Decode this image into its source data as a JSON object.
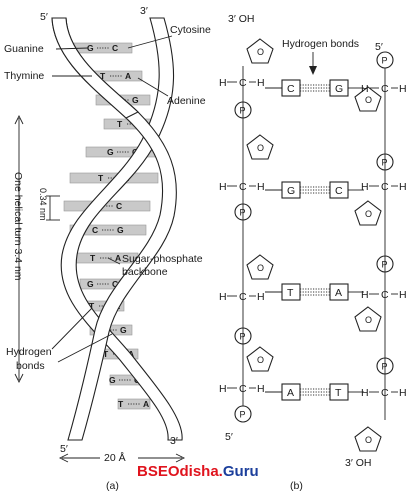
{
  "panel_a": {
    "strand_5prime_top": "5′",
    "strand_3prime_top": "3′",
    "strand_5prime_bottom": "5′",
    "strand_3prime_bottom": "3′",
    "label_guanine": "Guanine",
    "label_thymine": "Thymine",
    "label_cytosine": "Cytosine",
    "label_adenine": "Adenine",
    "label_sugar_phosphate": [
      "Sugar-phosphate",
      "backbone"
    ],
    "label_hydrogen_bonds": [
      "Hydrogen",
      "bonds"
    ],
    "dim_rise": "0.34 nm",
    "dim_turn": "One helical turn 3.4 nm",
    "dim_width": "20 Å",
    "caption": "(a)",
    "pairs": [
      "G",
      "C",
      "T",
      "A",
      "C",
      "G",
      "T",
      "A",
      "G",
      "C",
      "T",
      "A",
      "G",
      "C",
      "C",
      "G",
      "T",
      "A"
    ]
  },
  "panel_b": {
    "top_left": "3′ OH",
    "top_right": "5′",
    "bottom_left": "5′",
    "bottom_right": "3′ OH",
    "label_hydrogen_bonds": "Hydrogen bonds",
    "phosphate": "P",
    "carbon": "C",
    "hydrogen": "H",
    "pairs": [
      [
        "C",
        "G"
      ],
      [
        "G",
        "C"
      ],
      [
        "T",
        "A"
      ],
      [
        "A",
        "T"
      ]
    ],
    "caption": "(b)"
  },
  "watermark": {
    "brand": "BSEOdisha.",
    "suffix": "Guru"
  }
}
